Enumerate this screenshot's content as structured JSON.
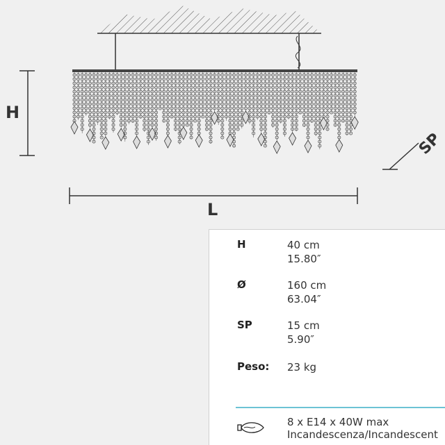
{
  "dimensions": {
    "h_label": "H",
    "l_label": "L",
    "sp_label": "SP"
  },
  "specs": [
    {
      "key": "H",
      "values": [
        "40 cm",
        "15.80″"
      ]
    },
    {
      "key": "Ø",
      "values": [
        "160 cm",
        "63.04″"
      ]
    },
    {
      "key": "SP",
      "values": [
        "15 cm",
        "5.90″"
      ]
    },
    {
      "key": "Peso:",
      "values": [
        "23 kg"
      ]
    }
  ],
  "bulb": {
    "icon": "bulb-icon",
    "line1": "8 x E14 x 40W max",
    "line2": "Incandescenza/Incandescent"
  },
  "colors": {
    "divider": "#6cc3d5",
    "drawing": "#333333"
  }
}
